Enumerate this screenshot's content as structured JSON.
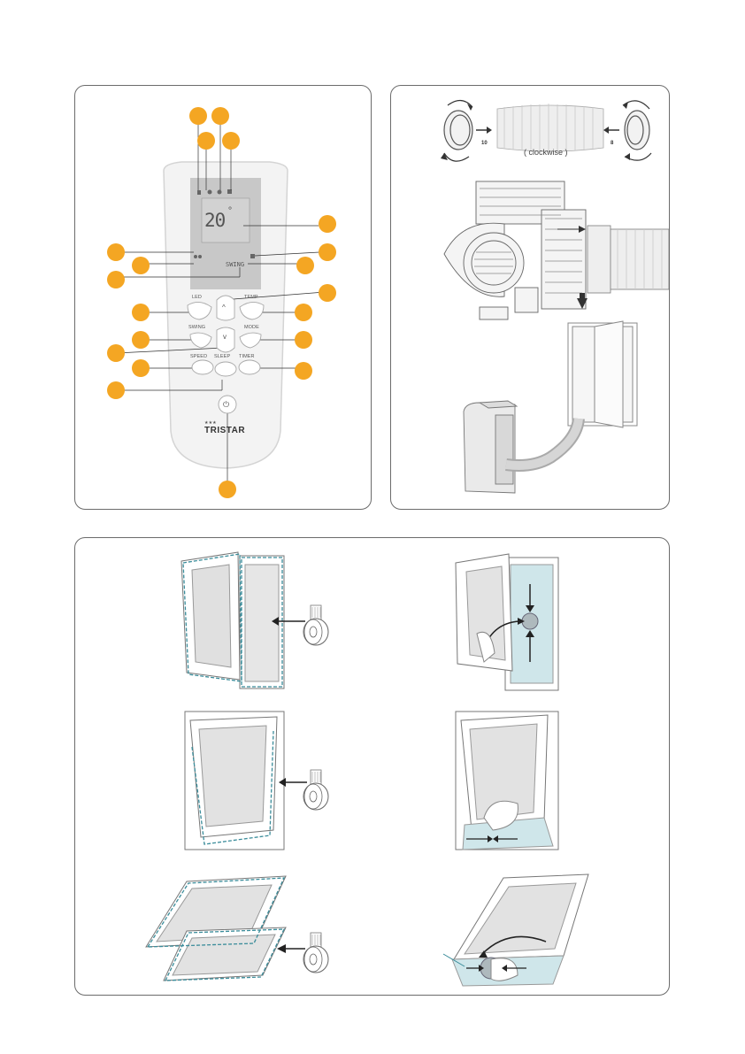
{
  "remote": {
    "brand": "TRISTAR",
    "stars": "★★★",
    "lcd_temp": "20",
    "lcd_degree": "°",
    "lcd_mode": "SWING",
    "buttons": {
      "led": "LED",
      "temp": "TEMP",
      "swing": "SWING",
      "mode": "MODE",
      "speed": "SPEED",
      "sleep": "SLEEP",
      "timer": "TIMER"
    },
    "up_glyph": "^",
    "down_glyph": "v",
    "power_glyph": "⏻",
    "callout_color": "#F4A623"
  },
  "hose": {
    "caption": "( clockwise )",
    "left_number": "10",
    "right_number": "8"
  },
  "accent": "#3a8c9a"
}
